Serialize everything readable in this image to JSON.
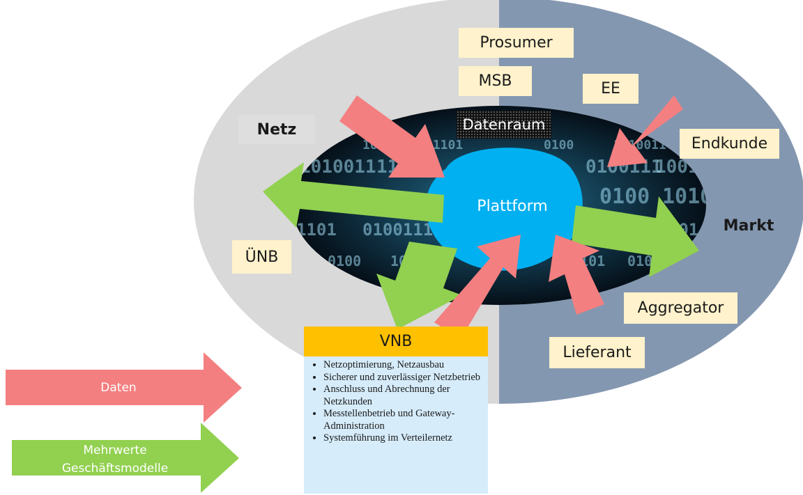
{
  "diagram": {
    "datenraum": "Datenraum",
    "plattform": "Plattform",
    "netz": "Netz",
    "markt": "Markt",
    "actors": {
      "prosumer": "Prosumer",
      "msb": "MSB",
      "ee": "EE",
      "endkunde": "Endkunde",
      "uenb": "ÜNB",
      "aggregator": "Aggregator",
      "lieferant": "Lieferant"
    },
    "vnb": {
      "title": "VNB",
      "items": [
        "Netzoptimierung, Netzausbau",
        "Sicherer und zuverlässiger Netzbetrieb",
        "Anschluss und Abrechnung der Netzkunden",
        "Messtellenbetrieb und Gateway-Administration",
        "Systemführung im Verteilernetz"
      ]
    },
    "binary_texture": [
      "1010011",
      "1101",
      "0100111",
      "1001101",
      "11101",
      "0100"
    ]
  },
  "legend": {
    "daten": "Daten",
    "mehrwerte_line1": "Mehrwerte",
    "mehrwerte_line2": "Geschäftsmodelle"
  },
  "colors": {
    "netz_half": "#d9d9d9",
    "markt_half": "#8497b0",
    "data_arrow": "#f47f80",
    "value_arrow": "#92d050",
    "plattform": "#00b0f0",
    "vnb_header": "#ffc000",
    "vnb_body": "#d6ecfa",
    "actor_box": "#fff2cc"
  }
}
